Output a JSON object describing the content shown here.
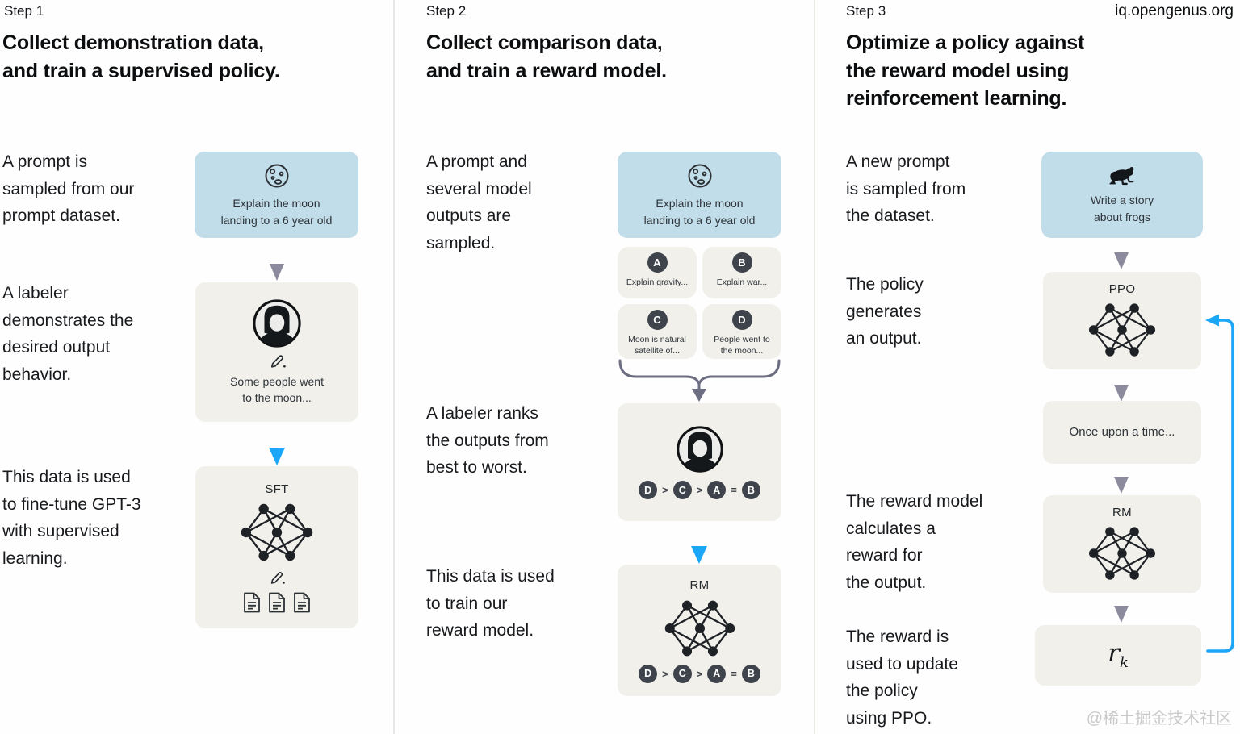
{
  "watermarks": {
    "site": "iq.opengenus.org",
    "community": "@稀土掘金技术社区"
  },
  "colors": {
    "card_blue": "#c1dde9",
    "card_gray": "#f1f0eb",
    "badge_dark": "#3f444c",
    "arrow_gray": "#8b8b9d",
    "arrow_blue": "#1ba6f7",
    "brace_gray": "#6d6d82",
    "text_dark": "#17191c",
    "watermark_gray": "#c9c9cb"
  },
  "steps": [
    {
      "label": "Step 1",
      "title": "Collect demonstration data,\nand train a supervised policy.",
      "paragraphs": {
        "sample": "A prompt is\nsampled from our\nprompt dataset.",
        "labeler": "A labeler\ndemonstrates the\ndesired output\nbehavior.",
        "finetune": "This data is used\nto fine-tune GPT-3\nwith supervised\nlearning."
      },
      "prompt_card": {
        "icon": "moon-icon",
        "text": "Explain the moon\nlanding to a 6 year old"
      },
      "demo_card": {
        "icon": "labeler-avatar",
        "pencil": "pencil-icon",
        "text": "Some people went\nto the moon..."
      },
      "sft_card": {
        "label": "SFT",
        "icons": [
          "neural-network-icon",
          "pencil-icon",
          "documents-icon"
        ]
      }
    },
    {
      "label": "Step 2",
      "title": "Collect comparison data,\nand train a reward model.",
      "paragraphs": {
        "sample": "A prompt and\nseveral model\noutputs are\nsampled.",
        "rank": "A labeler ranks\nthe outputs from\nbest to worst.",
        "train": "This data is used\nto train our\nreward model."
      },
      "prompt_card": {
        "icon": "moon-icon",
        "text": "Explain the moon\nlanding to a 6 year old"
      },
      "outputs": [
        {
          "id": "A",
          "text": "Explain gravity..."
        },
        {
          "id": "B",
          "text": "Explain war..."
        },
        {
          "id": "C",
          "text": "Moon is natural\nsatellite of..."
        },
        {
          "id": "D",
          "text": "People went to\nthe moon..."
        }
      ],
      "ranking": [
        "D",
        ">",
        "C",
        ">",
        "A",
        "=",
        "B"
      ],
      "rank_card": {
        "icon": "labeler-avatar"
      },
      "rm_card": {
        "label": "RM",
        "icon": "neural-network-icon"
      }
    },
    {
      "label": "Step 3",
      "title": "Optimize a policy against\nthe reward model using\nreinforcement learning.",
      "paragraphs": {
        "sample": "A new prompt\nis sampled from\nthe dataset.",
        "generate": "The policy\ngenerates\nan output.",
        "reward": "The reward model\ncalculates a\nreward for\nthe output.",
        "update": "The reward is\nused to update\nthe policy\nusing PPO."
      },
      "prompt_card": {
        "icon": "frog-icon",
        "text": "Write a story\nabout frogs"
      },
      "ppo_card": {
        "label": "PPO",
        "icon": "neural-network-icon"
      },
      "output_card": {
        "text": "Once upon a time..."
      },
      "rm_card": {
        "label": "RM",
        "icon": "neural-network-icon"
      },
      "reward_card": {
        "symbol": "r",
        "subscript": "k"
      }
    }
  ]
}
